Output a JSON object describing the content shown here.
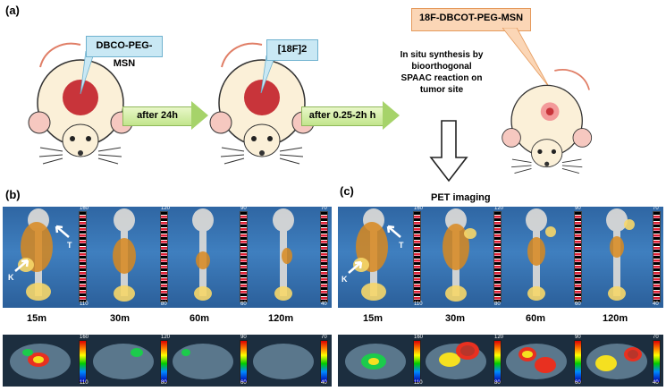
{
  "panels": {
    "a": "(a)",
    "b": "(b)",
    "c": "(c)"
  },
  "callouts": {
    "first": "DBCO-PEG-MSN",
    "second": "[18F]2",
    "third": "18F-DBCOT-PEG-MSN"
  },
  "arrows": {
    "first": "after 24h",
    "second": "after 0.25-2h h"
  },
  "description": [
    "In situ synthesis by",
    "bioorthogonal",
    "SPAAC reaction on",
    "tumor site"
  ],
  "pet_title": "PET imaging",
  "times_b": [
    "15m",
    "30m",
    "60m",
    "120m"
  ],
  "times_c": [
    "15m",
    "30m",
    "60m",
    "120m"
  ],
  "tags": {
    "t": "T",
    "k": "K"
  },
  "colorbars_b_top": [
    [
      "160",
      "110"
    ],
    [
      "120",
      "80"
    ],
    [
      "90",
      "60"
    ],
    [
      "70",
      "40"
    ]
  ],
  "colorbars_c_top": [
    [
      "160",
      "110"
    ],
    [
      "120",
      "80"
    ],
    [
      "90",
      "60"
    ],
    [
      "70",
      "40"
    ]
  ],
  "colorbars_b_bottom": [
    [
      "160",
      "110"
    ],
    [
      "120",
      "80"
    ],
    [
      "90",
      "60"
    ],
    [
      "70",
      "40"
    ]
  ],
  "colorbars_c_bottom": [
    [
      "160",
      "110"
    ],
    [
      "120",
      "80"
    ],
    [
      "90",
      "60"
    ],
    [
      "70",
      "40"
    ]
  ],
  "colors": {
    "callout_blue": "#c9e8f4",
    "callout_orange": "#fbd6b6",
    "arrow_green": "#c2e58c",
    "tumor": "#c8343a"
  }
}
